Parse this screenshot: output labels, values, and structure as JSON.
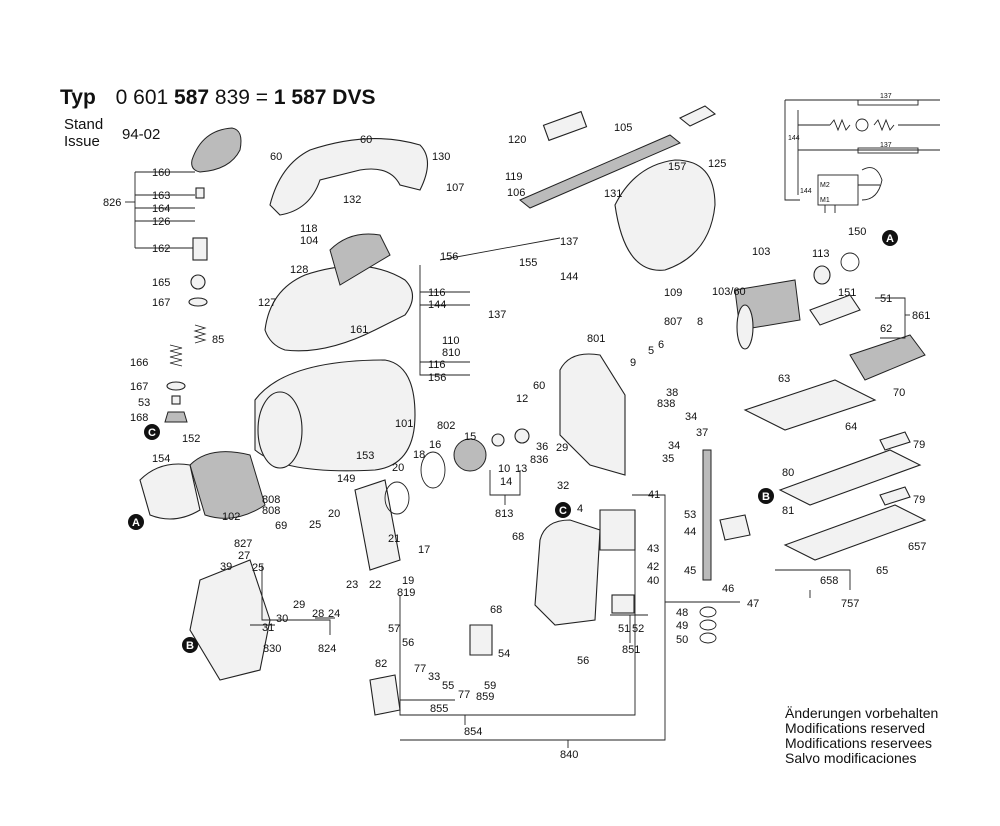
{
  "header": {
    "typ": "Typ",
    "number_a": "0 601",
    "number_b": "587",
    "number_c": "839 =",
    "number_d": "1 587 DVS",
    "stand_line1": "Stand",
    "stand_line2": "Issue",
    "issue_date": "94-02"
  },
  "notes": [
    "Änderungen vorbehalten",
    "Modifications reserved",
    "Modifications reservees",
    "Salvo modificaciones"
  ],
  "circle_markers": {
    "A": "A",
    "B": "B",
    "C": "C"
  },
  "parts": {
    "p160": "160",
    "p163": "163",
    "p164": "164",
    "p126": "126",
    "p162": "162",
    "p826": "826",
    "p165": "165",
    "p167a": "167",
    "p85": "85",
    "p166": "166",
    "p167b": "167",
    "p53": "53",
    "p168": "168",
    "p152": "152",
    "p154": "154",
    "p102": "102",
    "p808a": "808",
    "p808b": "808",
    "p60a": "60",
    "p60b": "60",
    "p130": "130",
    "p119": "119",
    "p107": "107",
    "p106": "106",
    "p132": "132",
    "p118": "118",
    "p104": "104",
    "p128": "128",
    "p127": "127",
    "p161": "161",
    "p120": "120",
    "p105": "105",
    "p131": "131",
    "p157": "157",
    "p125": "125",
    "p109": "109",
    "p137a": "137",
    "p156a": "156",
    "p155": "155",
    "p116a": "116",
    "p144a": "144",
    "p144b": "144",
    "p137b": "137",
    "p110": "110",
    "p810": "810",
    "p116b": "116",
    "p156b": "156",
    "p101": "101",
    "p153": "153",
    "p149": "149",
    "p802": "802",
    "p801": "801",
    "p103": "103",
    "p113": "113",
    "p150": "150",
    "p151": "151",
    "p10360": "103/60",
    "p807": "807",
    "p8": "8",
    "p5": "5",
    "p6": "6",
    "p9": "9",
    "p51": "51",
    "p861": "861",
    "p62": "62",
    "p63": "63",
    "p70": "70",
    "p64": "64",
    "p79a": "79",
    "p79b": "79",
    "p80": "80",
    "p81": "81",
    "p657": "657",
    "p65": "65",
    "p658": "658",
    "p757": "757",
    "p38": "38",
    "p838": "838",
    "p34a": "34",
    "p34b": "34",
    "p37": "37",
    "p35": "35",
    "p60c": "60",
    "p12": "12",
    "p36": "36",
    "p29": "29",
    "p836": "836",
    "p32": "32",
    "p15": "15",
    "p10": "10",
    "p13": "13",
    "p14": "14",
    "p813": "813",
    "p16": "16",
    "p18": "18",
    "p20a": "20",
    "p20b": "20",
    "p21": "21",
    "p17": "17",
    "p19": "19",
    "p819": "819",
    "p23": "23",
    "p22": "22",
    "p25": "25",
    "p69": "69",
    "p827": "827",
    "p27": "27",
    "p39": "39",
    "p29b": "29",
    "p30": "30",
    "p31": "31",
    "p830": "830",
    "p28": "28",
    "p24": "24",
    "p824": "824",
    "p68a": "68",
    "p68b": "68",
    "p4": "4",
    "p41": "41",
    "p53b": "53",
    "p44": "44",
    "p43": "43",
    "p42": "42",
    "p40": "40",
    "p45": "45",
    "p46": "46",
    "p47": "47",
    "p48": "48",
    "p49": "49",
    "p50": "50",
    "p51b": "51",
    "p52": "52",
    "p851": "851",
    "p57": "57",
    "p56a": "56",
    "p54": "54",
    "p56b": "56",
    "p82": "82",
    "p77a": "77",
    "p33": "33",
    "p55": "55",
    "p77b": "77",
    "p59": "59",
    "p859": "859",
    "p855": "855",
    "p854": "854",
    "p840": "840"
  },
  "schematic": {
    "w137a": "137",
    "w144": "144",
    "w137b": "137",
    "m2": "M2",
    "m1": "M1",
    "w144b": "144"
  }
}
